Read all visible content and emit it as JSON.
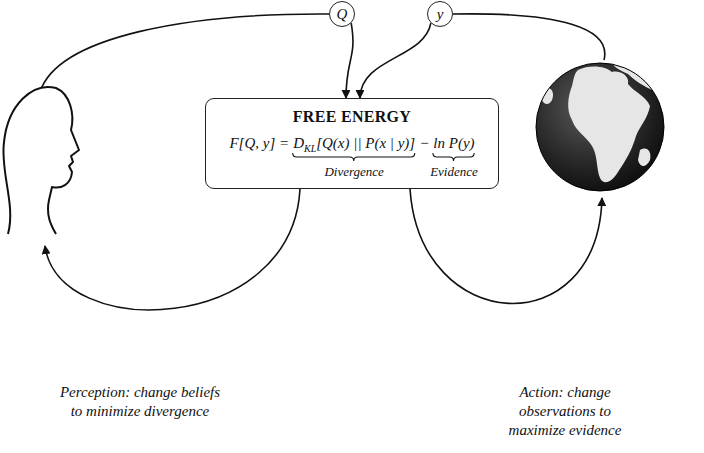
{
  "diagram": {
    "nodes": [
      {
        "text": [
          "Q"
        ]
      },
      {
        "text": [
          "y"
        ]
      },
      {
        "text": [
          "FREE ENERGY",
          "F[Q, y] =",
          "D",
          "KL",
          "[Q(x) || P(x | y)]",
          "−",
          "ln P(y)",
          "Divergence",
          "Evidence"
        ]
      }
    ],
    "edges": [
      {
        "from": 0,
        "to": 2,
        "arrow": "to"
      },
      {
        "from": 1,
        "to": 2,
        "arrow": "to"
      }
    ],
    "labels": [
      "Perception: change beliefs to minimize divergence",
      "Action: change observations to maximize evidence"
    ]
  }
}
